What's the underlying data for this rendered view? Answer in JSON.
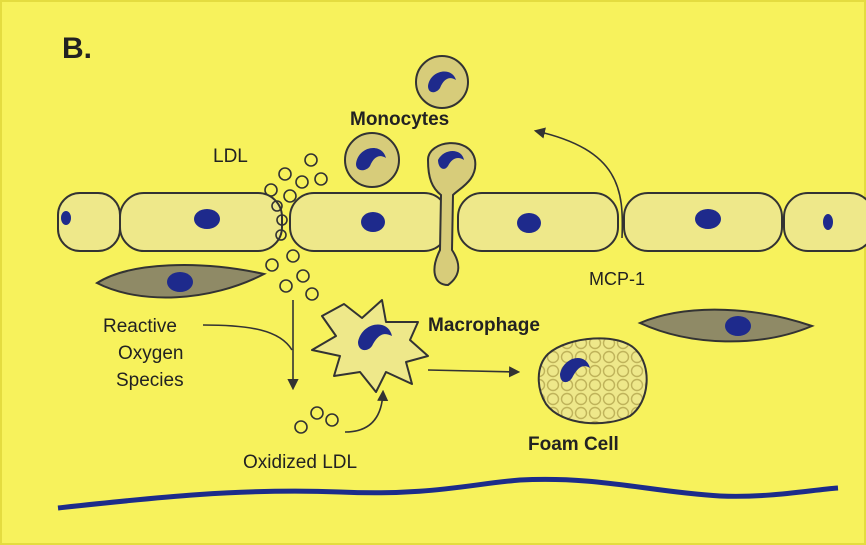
{
  "panel_label": "B.",
  "labels": {
    "monocytes": "Monocytes",
    "ldl": "LDL",
    "mcp1": "MCP-1",
    "reactive": "Reactive",
    "oxygen": "Oxygen",
    "species": "Species",
    "macrophage": "Macrophage",
    "oxidized_ldl": "Oxidized LDL",
    "foam_cell": "Foam Cell"
  },
  "colors": {
    "background": "#f7f25c",
    "cell_fill": "#eee88a",
    "monocyte_fill": "#d7cc7a",
    "nucleus": "#1e2a8c",
    "smooth_muscle_fill": "#8f8a66",
    "wall_line": "#1c2c8a",
    "line": "#333333"
  }
}
